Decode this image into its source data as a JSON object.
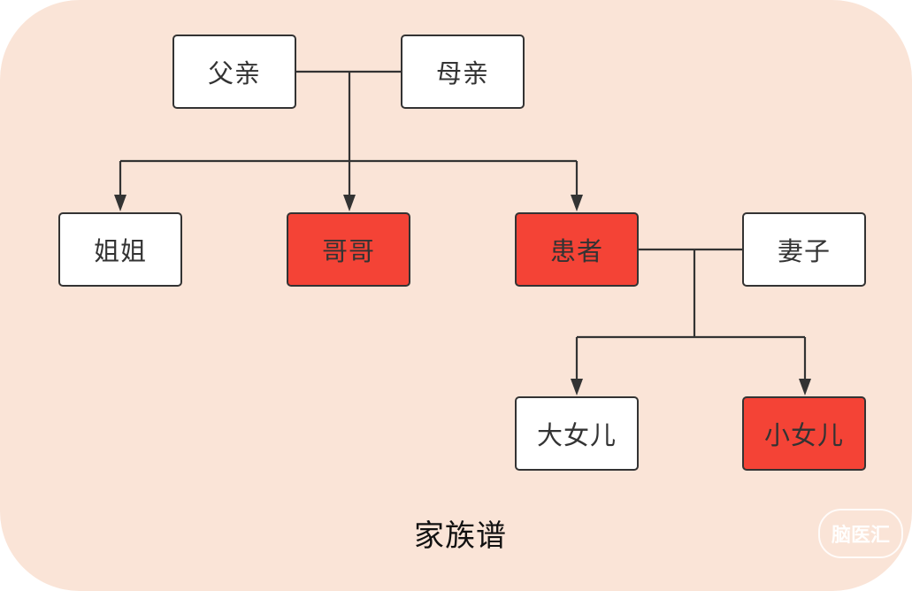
{
  "diagram": {
    "caption": "家族谱",
    "watermark": "脑医汇",
    "colors": {
      "background": "#fae4d7",
      "node_fill": "#ffffff",
      "highlight_fill": "#f44336",
      "stroke": "#333333"
    },
    "nodes": {
      "father": {
        "label": "父亲",
        "highlighted": false
      },
      "mother": {
        "label": "母亲",
        "highlighted": false
      },
      "sister": {
        "label": "姐姐",
        "highlighted": false
      },
      "brother": {
        "label": "哥哥",
        "highlighted": true
      },
      "patient": {
        "label": "患者",
        "highlighted": true
      },
      "wife": {
        "label": "妻子",
        "highlighted": false
      },
      "elder_daughter": {
        "label": "大女儿",
        "highlighted": false
      },
      "younger_daughter": {
        "label": "小女儿",
        "highlighted": true
      }
    },
    "relations": [
      {
        "type": "couple",
        "members": [
          "father",
          "mother"
        ],
        "children": [
          "sister",
          "brother",
          "patient"
        ]
      },
      {
        "type": "couple",
        "members": [
          "patient",
          "wife"
        ],
        "children": [
          "elder_daughter",
          "younger_daughter"
        ]
      }
    ]
  }
}
